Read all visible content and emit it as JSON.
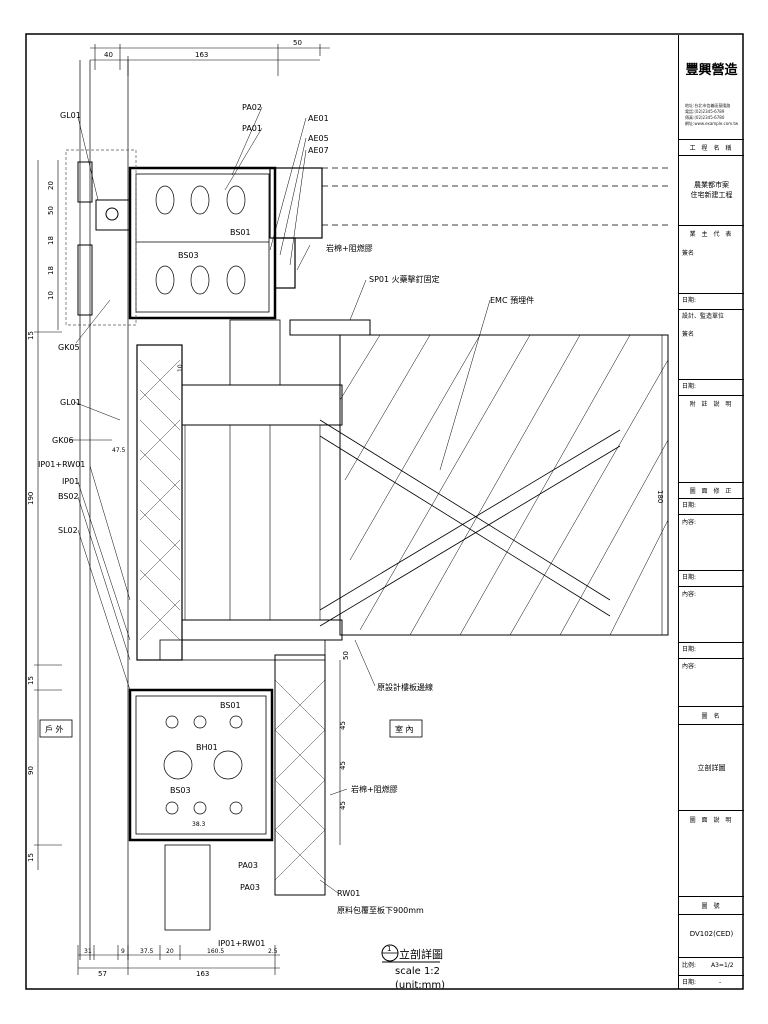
{
  "drawing": {
    "labels_left": [
      "GL01",
      "GK05",
      "GL01",
      "GK06",
      "IP01+RW01",
      "IP01",
      "BS02",
      "SL02"
    ],
    "labels_top": [
      "PA02",
      "PA01",
      "AE01",
      "AE05",
      "AE07"
    ],
    "labels_inner": [
      "BS01",
      "BS03",
      "BS01",
      "BH01",
      "BS03",
      "PA03",
      "PA03"
    ],
    "note_sealant_top": "岩棉+阻燃膠",
    "note_sp01": "SP01 火藥擊釘固定",
    "note_emc": "EMC 預埋件",
    "note_slab": "原設計樓板邊線",
    "note_sealant_bottom": "岩棉+阻燃膠",
    "note_rw01_code": "RW01",
    "note_rw01_text": "原料包覆至板下900mm",
    "label_outside": "戶 外",
    "label_inside": "室 內",
    "label_bottom_code": "IP01+RW01",
    "dims_top": [
      "40",
      "163",
      "50"
    ],
    "dims_left": [
      "20",
      "50",
      "18",
      "18",
      "10",
      "15",
      "190",
      "15",
      "90",
      "15"
    ],
    "dims_right": [
      "180",
      "50",
      "45",
      "45",
      "45"
    ],
    "dims_inner": [
      "47.5",
      "10",
      "38.3"
    ],
    "dims_bottom_row1": [
      "31",
      "9",
      "37.5",
      "20",
      "160.5",
      "2.5"
    ],
    "dims_bottom_row2": [
      "57",
      "163"
    ],
    "title_marker": "1",
    "title_text": "立剖詳圖",
    "title_scale": "scale 1:2",
    "title_unit": "(unit:mm)"
  },
  "title_block": {
    "company": "豐興營造",
    "address_lines": [
      "地址:台北市信義區基隆路",
      "電話:(02)2345-6789",
      "傳真:(02)2345-6780",
      "網址:www.example.com.tw"
    ],
    "project_header": "工 程 名 稱",
    "project_name_1": "農業都市案",
    "project_name_2": "住宅新建工程",
    "owner_header": "業 主 代 表",
    "owner_note": "簽名",
    "date_label_1": "日期:",
    "design_unit": "設計、監造單位",
    "sign_label_1": "簽名",
    "date_label_2": "日期:",
    "attach_header": "附 註 說 明",
    "revision_header": "圖 面 修 正",
    "date_label_3": "日期:",
    "content_label_1": "內容:",
    "date_label_4": "日期:",
    "content_label_2": "內容:",
    "date_label_5": "日期:",
    "content_label_3": "內容:",
    "drawing_name_header": "圖 名",
    "drawing_name": "立剖詳圖",
    "drawing_desc_header": "圖 面 說 明",
    "drawing_no_header": "圖 號",
    "drawing_no": "DV102(CED)",
    "scale_label": "比例:",
    "scale_value": "A3=1/2",
    "date_label_6": "日期:",
    "date_value": "-"
  }
}
